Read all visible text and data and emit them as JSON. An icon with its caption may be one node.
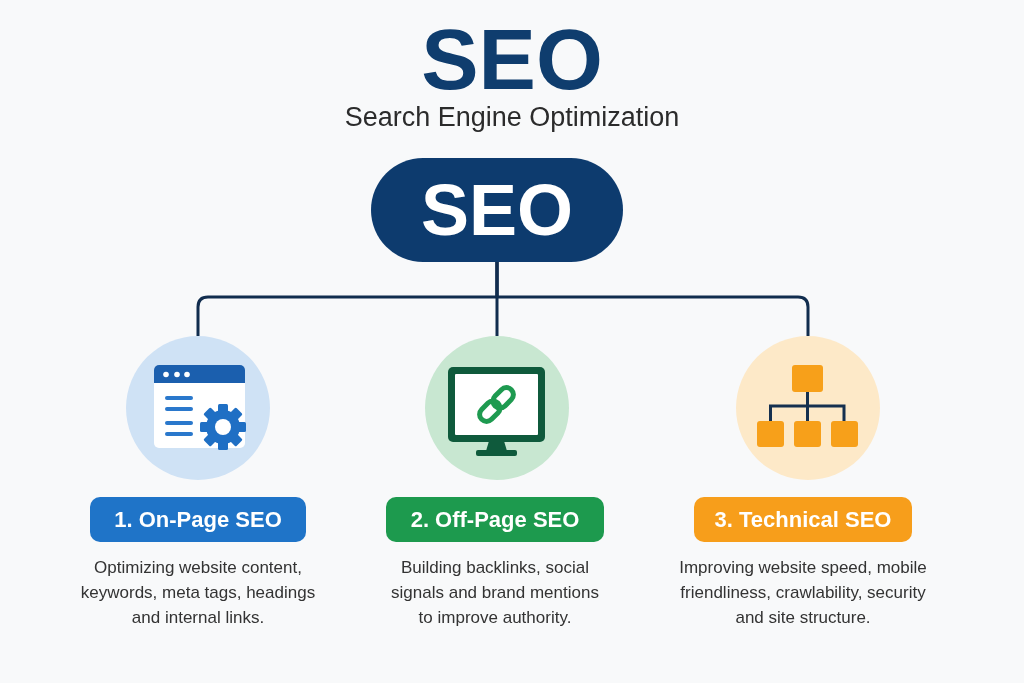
{
  "diagram": {
    "title": "SEO",
    "nodes": [
      {
        "text": [
          "SEO"
        ]
      },
      {
        "text": [],
        "shape": "circle"
      },
      {
        "text": [],
        "shape": "circle"
      },
      {
        "text": [],
        "shape": "circle"
      },
      {
        "text": [
          "1. On-Page SEO"
        ],
        "beside": [
          "Optimizing website content, keywords, meta tags, headings and internal links."
        ]
      },
      {
        "text": [
          "2. Off-Page SEO"
        ],
        "beside": [
          "Building backlinks, social signals and brand mentions to improve authority."
        ]
      },
      {
        "text": [
          "3. Technical SEO"
        ],
        "beside": [
          "Improving website speed, mobile friendliness, crawlability, security and site structure."
        ]
      }
    ],
    "edges": [
      {
        "from": 0,
        "to": 1,
        "arrow": "none"
      },
      {
        "from": 0,
        "to": 2,
        "arrow": "none"
      },
      {
        "from": 0,
        "to": 3,
        "arrow": "none"
      }
    ],
    "labels": [
      "Search Engine Optimization"
    ]
  }
}
